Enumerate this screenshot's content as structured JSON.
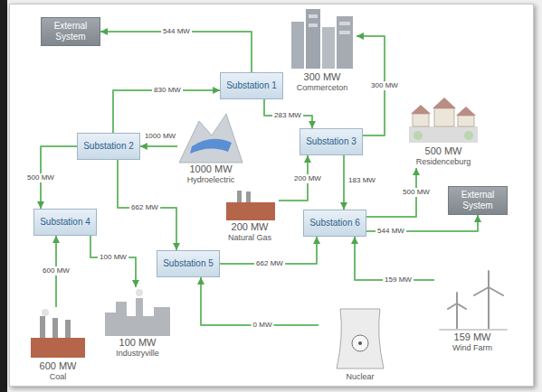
{
  "diagram": {
    "nodes": [
      {
        "text": [
          "External System"
        ]
      },
      {
        "text": [
          "300 MW",
          "Commerceton"
        ]
      },
      {
        "text": [
          "Substation 1"
        ]
      },
      {
        "text": [
          "Substation 2"
        ]
      },
      {
        "text": [
          "1000 MW",
          "Hydroelectric"
        ]
      },
      {
        "text": [
          "Substation 3"
        ]
      },
      {
        "text": [
          "500 MW",
          "Residenceburg"
        ]
      },
      {
        "text": [
          "External System"
        ]
      },
      {
        "text": [
          "Substation 4"
        ]
      },
      {
        "text": [
          "200 MW",
          "Natural Gas"
        ]
      },
      {
        "text": [
          "Substation 6"
        ]
      },
      {
        "text": [
          "Substation 5"
        ]
      },
      {
        "text": [
          "100 MW",
          "Industryville"
        ]
      },
      {
        "text": [
          "159 MW",
          "Wind Farm"
        ]
      },
      {
        "text": [
          "Nuclear"
        ]
      },
      {
        "text": [
          "600 MW",
          "Coal"
        ]
      }
    ],
    "edges": [
      {
        "from": 2,
        "to": 0,
        "label": "544 MW",
        "arrow": "to"
      },
      {
        "from": 3,
        "to": 2,
        "label": "830 MW",
        "arrow": "to"
      },
      {
        "from": 2,
        "to": 5,
        "label": "283 MW",
        "arrow": "to"
      },
      {
        "from": 5,
        "to": 1,
        "label": "300 MW",
        "arrow": "to"
      },
      {
        "from": 4,
        "to": 3,
        "label": "1000 MW",
        "arrow": "to"
      },
      {
        "from": 3,
        "to": 8,
        "label": "500 MW",
        "arrow": "to"
      },
      {
        "from": 3,
        "to": 11,
        "label": "662 MW",
        "arrow": "to"
      },
      {
        "from": 9,
        "to": 5,
        "label": "200 MW",
        "arrow": "to"
      },
      {
        "from": 5,
        "to": 10,
        "label": "183 MW",
        "arrow": "to"
      },
      {
        "from": 10,
        "to": 6,
        "label": "500 MW",
        "arrow": "to"
      },
      {
        "from": 10,
        "to": 7,
        "label": "544 MW",
        "arrow": "to"
      },
      {
        "from": 8,
        "to": 12,
        "label": "100 MW",
        "arrow": "to"
      },
      {
        "from": 15,
        "to": 8,
        "label": "600 MW",
        "arrow": "to"
      },
      {
        "from": 11,
        "to": 10,
        "label": "662 MW",
        "arrow": "to"
      },
      {
        "from": 14,
        "to": 11,
        "label": "0 MW",
        "arrow": "to"
      },
      {
        "from": 13,
        "to": 10,
        "label": "159 MW",
        "arrow": "to"
      }
    ]
  }
}
